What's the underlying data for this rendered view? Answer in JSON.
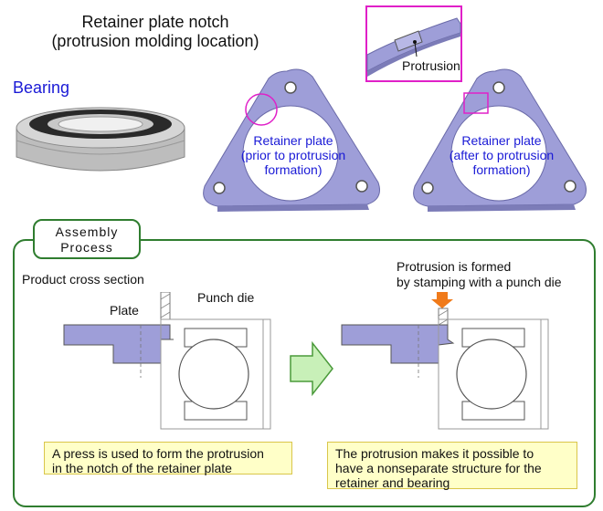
{
  "title": {
    "line1": "Retainer plate notch",
    "line2": "(protrusion molding location)"
  },
  "labels": {
    "bearing": "Bearing",
    "plate_before": [
      "Retainer plate",
      "(prior to protrusion",
      "formation)"
    ],
    "plate_after": [
      "Retainer plate",
      "(after to protrusion",
      "formation)"
    ],
    "protrusion": "Protrusion"
  },
  "assembly": {
    "tab": [
      "Assembly",
      "Process"
    ],
    "product_cross_section": "Product cross section",
    "plate": "Plate",
    "punch_die": "Punch die",
    "formed": [
      "Protrusion is formed",
      "by stamping with a punch die"
    ],
    "note_left": [
      "A press is used to form the protrusion",
      "in the notch of the retainer plate"
    ],
    "note_right": [
      "The protrusion makes it possible to",
      "have a nonseparate structure for the",
      "retainer and bearing"
    ]
  },
  "colors": {
    "accent_blue": "#1a1ad6",
    "plate_fill": "#9e9ed8",
    "box_green": "#2f7d2f",
    "highlight_magenta": "#e020c8",
    "arrow_green": "#c8f0b8",
    "note_yellow": "#ffffc8",
    "punch_orange": "#f07a1a"
  }
}
